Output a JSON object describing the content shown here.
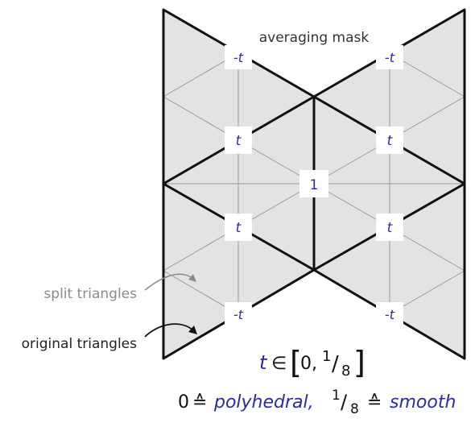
{
  "title": "averaging mask",
  "mask": {
    "top_left_weight": "-t",
    "top_right_weight": "-t",
    "upper_left_weight": "t",
    "upper_right_weight": "t",
    "center_weight": "1",
    "lower_left_weight": "t",
    "lower_right_weight": "t",
    "bottom_left_weight": "-t",
    "bottom_right_weight": "-t"
  },
  "labels": {
    "split_triangles": "split triangles",
    "original_triangles": "original triangles"
  },
  "formula": {
    "variable": "t",
    "element_of": "∈",
    "range_open": "[",
    "range_start": "0,",
    "range_end_numerator": "1",
    "range_end_slash": "/",
    "range_end_denominator": "8",
    "range_close": "]"
  },
  "caption": {
    "zero": "0",
    "corresponds": "≙",
    "polyhedral": "polyhedral,",
    "one": "1",
    "slash": "/",
    "eight": "8",
    "corresponds2": "≙",
    "smooth": "smooth"
  },
  "colors": {
    "fill": "#e3e3e3",
    "edge": "#111111",
    "split_edge": "#9a9a9a",
    "weight_text": "#2a2aa8",
    "label_gray": "#8a8a8a"
  }
}
